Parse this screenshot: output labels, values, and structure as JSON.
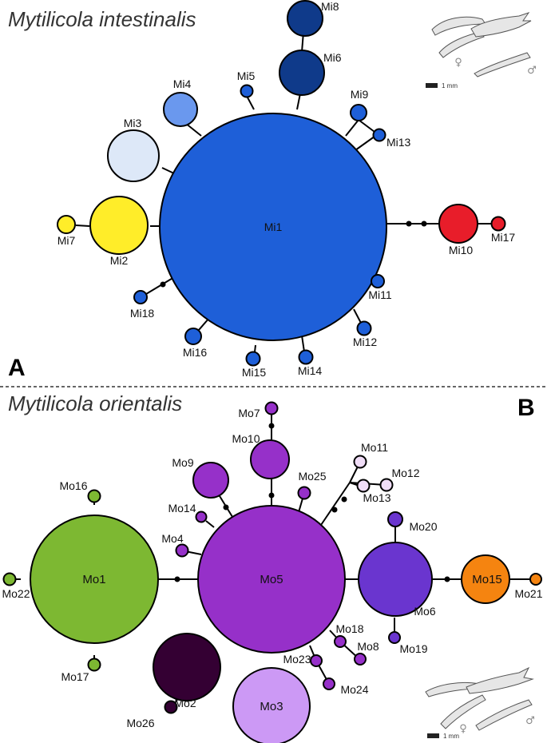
{
  "panel_a": {
    "title": "Mytilicola intestinalis",
    "letter": "A",
    "scale_text": "1 mm",
    "female_symbol": "♀",
    "male_symbol": "♂"
  },
  "panel_b": {
    "title": "Mytilicola orientalis",
    "letter": "B",
    "scale_text": "1 mm",
    "female_symbol": "♀",
    "male_symbol": "♂"
  },
  "colors": {
    "mi_blue": "#1e5fd8",
    "mi_navy": "#0f3a8a",
    "mi_lightblue": "#6a98ee",
    "mi_pale": "#dde8f8",
    "mi_yellow": "#ffed29",
    "mi_red": "#e81d2a",
    "mo_green": "#7db832",
    "mo_purple": "#9630c9",
    "mo_darkpurple": "#340033",
    "mo_lilac": "#cc99f5",
    "mo_pale": "#f0ddf7",
    "mo_violet": "#6a35cf",
    "mo_orange": "#f58410"
  },
  "haplotypes_a": [
    "Mi1",
    "Mi2",
    "Mi3",
    "Mi4",
    "Mi5",
    "Mi6",
    "Mi7",
    "Mi8",
    "Mi9",
    "Mi10",
    "Mi11",
    "Mi12",
    "Mi13",
    "Mi14",
    "Mi15",
    "Mi16",
    "Mi17",
    "Mi18"
  ],
  "haplotypes_b": [
    "Mo1",
    "Mo2",
    "Mo3",
    "Mo4",
    "Mo5",
    "Mo6",
    "Mo7",
    "Mo8",
    "Mo9",
    "Mo10",
    "Mo11",
    "Mo12",
    "Mo13",
    "Mo14",
    "Mo15",
    "Mo16",
    "Mo17",
    "Mo18",
    "Mo19",
    "Mo20",
    "Mo21",
    "Mo22",
    "Mo23",
    "Mo24",
    "Mo25",
    "Mo26"
  ]
}
